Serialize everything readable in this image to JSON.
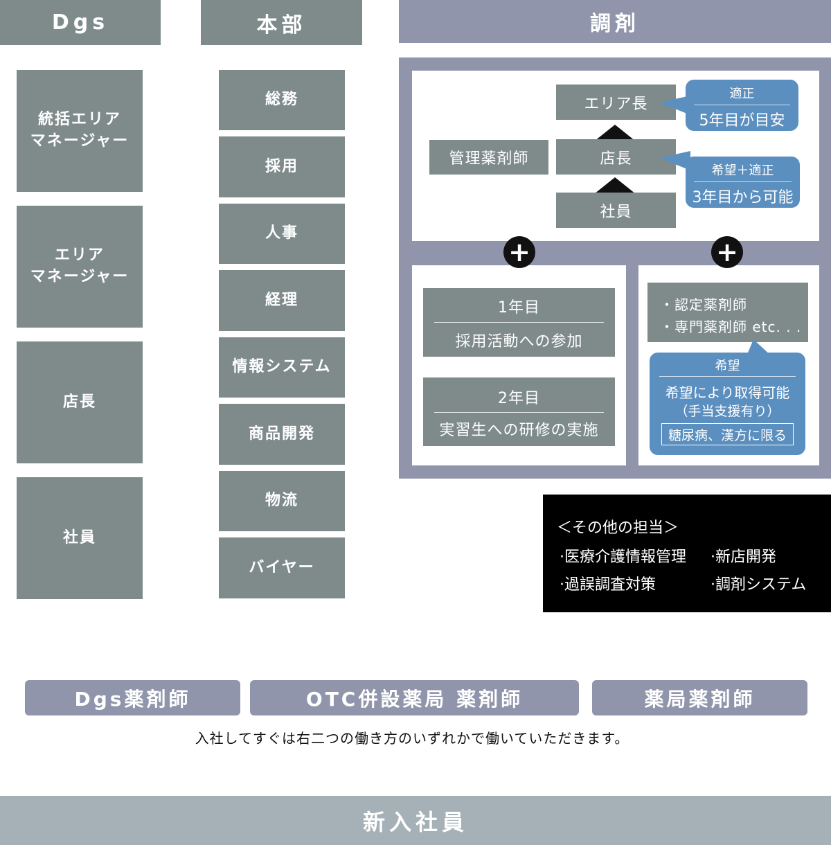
{
  "headers": {
    "dgs": "Dgs",
    "honbu": "本部",
    "chozai": "調剤"
  },
  "dgs_items": [
    "統括エリア\nマネージャー",
    "エリア\nマネージャー",
    "店長",
    "社員"
  ],
  "honbu_items": [
    "総務",
    "採用",
    "人事",
    "経理",
    "情報システム",
    "商品開発",
    "物流",
    "バイヤー"
  ],
  "chozai": {
    "kanri": "管理薬剤師",
    "area_chief": "エリア長",
    "store_manager": "店長",
    "employee": "社員",
    "bubble1": {
      "title": "適正",
      "value": "5年目が目安"
    },
    "bubble2": {
      "title": "希望＋適正",
      "value": "3年目から可能"
    },
    "year1": {
      "title": "1年目",
      "desc": "採用活動への参加"
    },
    "year2": {
      "title": "2年目",
      "desc": "実習生への研修の実施"
    },
    "certified": {
      "line1": "・認定薬剤師",
      "line2": "・専門薬剤師 etc. . ."
    },
    "bubble3": {
      "title": "希望",
      "line1": "希望により取得可能",
      "line2": "（手当支援有り）",
      "note": "糖尿病、漢方に限る"
    }
  },
  "other": {
    "title": "＜その他の担当＞",
    "item1": "·医療介護情報管理",
    "item2": "·新店開発",
    "item3": "·過誤調査対策",
    "item4": "·調剤システム"
  },
  "bottom_tabs": [
    "Dgs薬剤師",
    "OTC併設薬局 薬剤師",
    "薬局薬剤師"
  ],
  "note": "入社してすぐは右二つの働き方のいずれかで働いていただきます。",
  "footer": "新入社員"
}
